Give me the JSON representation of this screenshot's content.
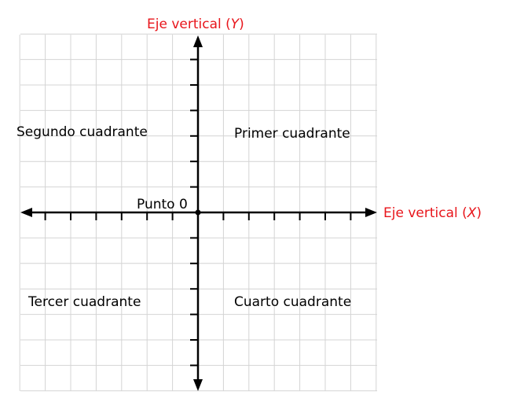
{
  "diagram": {
    "type": "cartesian-plane",
    "colors": {
      "axis": "#000000",
      "grid": "#d4d4d4",
      "title": "#e8151b",
      "text": "#000000"
    },
    "y_axis_title": {
      "text": "Eje vertical (",
      "var": "Y",
      "close": ")"
    },
    "x_axis_title": {
      "text": "Eje vertical (",
      "var": "X",
      "close": ")"
    },
    "origin_label": "Punto 0",
    "quadrants": {
      "first": "Primer cuadrante",
      "second": "Segundo cuadrante",
      "third": "Tercer cuadrante",
      "fourth": "Cuarto cuadrante"
    },
    "icons": [
      "arrow-up-icon",
      "arrow-down-icon",
      "arrow-left-icon",
      "arrow-right-icon",
      "origin-dot-icon"
    ]
  }
}
